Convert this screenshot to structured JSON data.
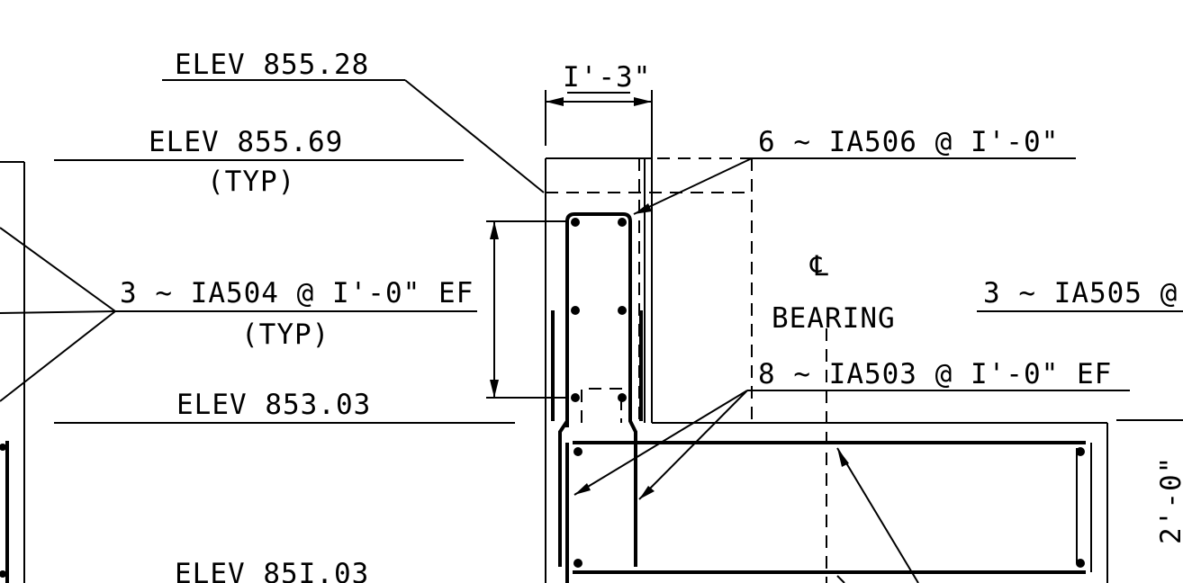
{
  "labels": {
    "elev_1": "ELEV 855.28",
    "elev_2": "ELEV 855.69",
    "typ_1": "(TYP)",
    "bar_1a504": "3 ~ IA504 @ I'-0\" EF",
    "typ_2": "(TYP)",
    "elev_3": "ELEV 853.03",
    "elev_4": "ELEV 85I.03",
    "dim_width": "I'-3\"",
    "bar_1a506": "6 ~ IA506 @ I'-0\"",
    "cl_symbol": "℄",
    "bearing": "BEARING",
    "bar_1a503": "8 ~ IA503 @ I'-0\" EF",
    "bar_1a505": "3 ~ IA505 @",
    "dim_height": "2'-0\""
  },
  "colors": {
    "ink": "#000000",
    "paper": "#ffffff"
  }
}
